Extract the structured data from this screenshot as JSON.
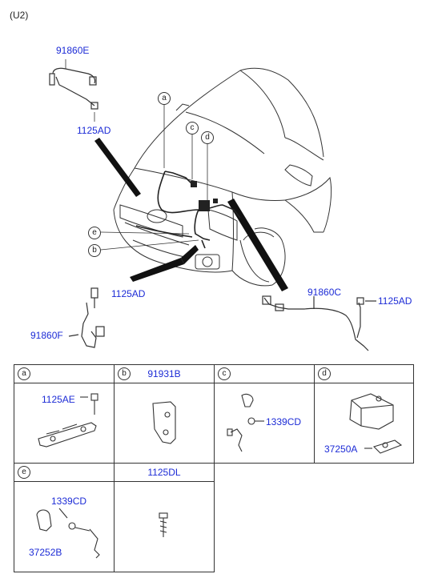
{
  "variant": "(U2)",
  "main": {
    "part_91860E": "91860E",
    "part_1125AD_top": "1125AD",
    "part_1125AD_left": "1125AD",
    "part_91860F": "91860F",
    "part_91860C": "91860C",
    "part_1125AD_right": "1125AD",
    "callouts": {
      "a": "a",
      "c": "c",
      "d": "d",
      "e": "e",
      "b": "b"
    }
  },
  "table": {
    "cells": [
      {
        "id": "a",
        "header_letter": "a",
        "header_part": "",
        "parts": [
          "1125AE"
        ]
      },
      {
        "id": "b",
        "header_letter": "b",
        "header_part": "91931B",
        "parts": []
      },
      {
        "id": "c",
        "header_letter": "c",
        "header_part": "",
        "parts": [
          "1339CD"
        ]
      },
      {
        "id": "d",
        "header_letter": "d",
        "header_part": "",
        "parts": [
          "37250A"
        ]
      },
      {
        "id": "e",
        "header_letter": "e",
        "header_part": "",
        "parts": [
          "1339CD",
          "37252B"
        ]
      },
      {
        "id": "f",
        "header_letter": "",
        "header_part": "1125DL",
        "parts": []
      }
    ]
  },
  "colors": {
    "part_number": "#1c2bd6",
    "line": "#222222"
  }
}
